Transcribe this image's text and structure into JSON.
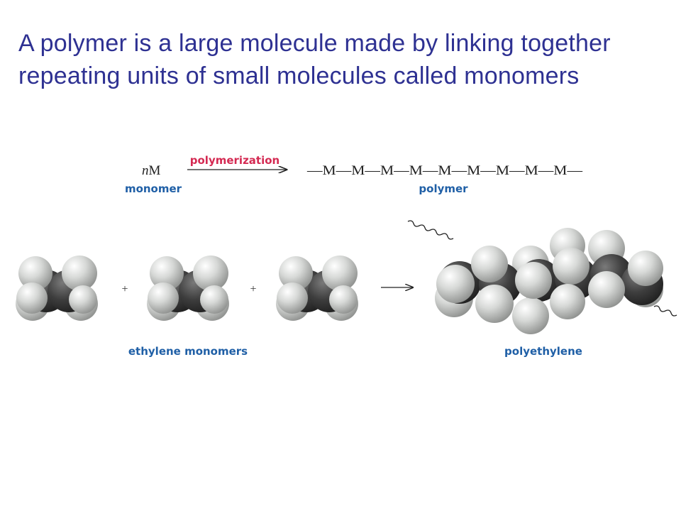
{
  "title": {
    "line1": "A polymer is a large molecule made by linking together",
    "line2": "repeating units of small molecules called monomers"
  },
  "reaction": {
    "reactant_coefficient": "n",
    "reactant_symbol": "M",
    "reactant_label": "monomer",
    "arrow_label": "polymerization",
    "product_chain": "—M—M—M—M—M—M—M—M—M—",
    "product_label": "polymer"
  },
  "molecules": {
    "plus_1": "+",
    "plus_2": "+",
    "reactants_label": "ethylene monomers",
    "product_label": "polyethylene"
  },
  "colors": {
    "title": "#2e3192",
    "label_blue": "#1f5fa6",
    "label_red": "#d42a52",
    "carbon": "#3c3c3c",
    "hydrogen": "#d2d4d2"
  }
}
